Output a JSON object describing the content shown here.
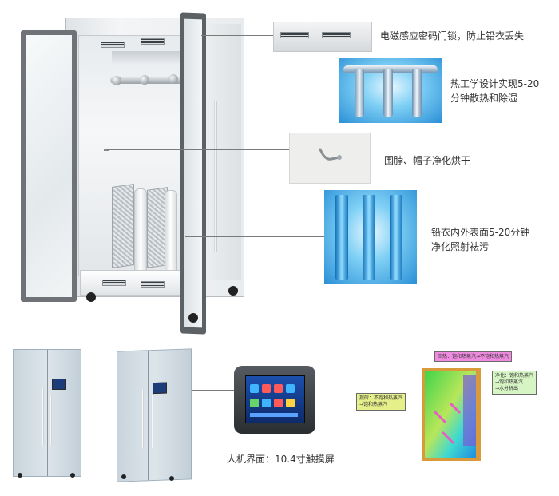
{
  "callouts": [
    {
      "id": "lock",
      "text": "电磁感应密码门锁，防止铅衣丢失"
    },
    {
      "id": "heat",
      "line1": "热工学设计实现5-20",
      "line2": "分钟散热和除湿"
    },
    {
      "id": "scarf",
      "text": "围脖、帽子净化烘干"
    },
    {
      "id": "surface",
      "line1": "铅衣内外表面5-20分钟",
      "line2": "净化照射祛污"
    }
  ],
  "screen_caption": "人机界面：10.4寸触摸屏",
  "airflow_tags": {
    "top": "回热：饱和热蒸汽→不饱和热蒸汽",
    "right_1": "净化：饱和热蒸汽",
    "right_2": "→饱和热蒸汽",
    "right_3": "→水分析出",
    "left_1": "提砖：不饱和热蒸汽",
    "left_2": "→饱和热蒸汽"
  },
  "colors": {
    "tag_top": "#f08ce0",
    "tag_right": "#d7f5c4",
    "tag_left": "#e6f08a",
    "accent_blue": "#2a8fd6"
  }
}
